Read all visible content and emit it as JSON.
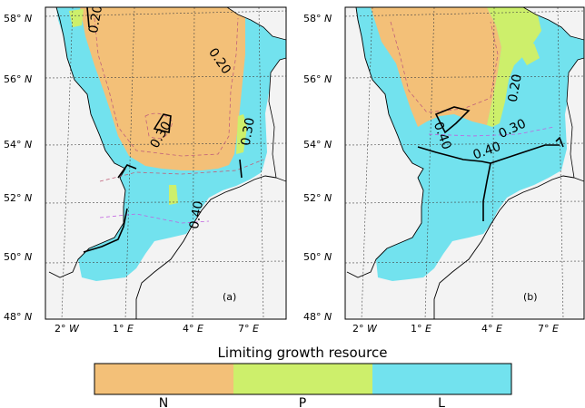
{
  "colors": {
    "N": "#f3c078",
    "P": "#cdef6b",
    "L": "#72e2ee",
    "land": "#f3f3f3",
    "frame": "#000000"
  },
  "lat_ticks": [
    "58°",
    "56°",
    "54°",
    "52°",
    "50°",
    "48°"
  ],
  "lat_suffix": "N",
  "lon_ticks": [
    "2°",
    "1°",
    "4°",
    "7°"
  ],
  "lon_suffix": [
    "W",
    "E",
    "E",
    "E"
  ],
  "panels": [
    {
      "label": "(a)",
      "contours": [
        "0.20",
        "0.20",
        "0.30",
        "0.30",
        "0.40"
      ]
    },
    {
      "label": "(b)",
      "contours": [
        "0.20",
        "0.30",
        "0.40",
        "0.40"
      ]
    }
  ],
  "colorbar": {
    "title": "Limiting growth resource",
    "labels": [
      "N",
      "P",
      "L"
    ]
  }
}
